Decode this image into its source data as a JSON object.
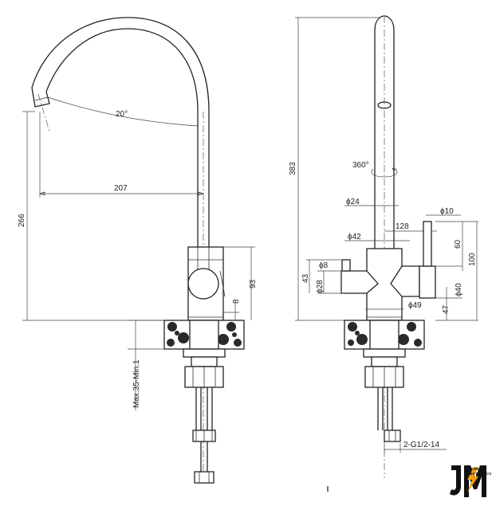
{
  "left_view": {
    "angle": "20°",
    "reach": "207",
    "height": "266",
    "body_height": "93",
    "base": "8",
    "mount": "Max.35-Min.1"
  },
  "right_view": {
    "total_height": "383",
    "rotation": "360°",
    "d_spout": "ϕ24",
    "d_body": "ϕ42",
    "width": "128",
    "d_handle": "ϕ10",
    "h60": "60",
    "h100": "100",
    "d_lever": "ϕ8",
    "h43": "43",
    "d_lever_base": "ϕ28",
    "d_handle_base": "ϕ40",
    "h47": "47",
    "d_base": "ϕ49",
    "thread": "2-G1/2-14"
  },
  "logo": {
    "line1": "JETMAN",
    "line2": "ELECTRONICS"
  },
  "colors": {
    "line": "#222222",
    "logo_accent": "#f39c12"
  }
}
